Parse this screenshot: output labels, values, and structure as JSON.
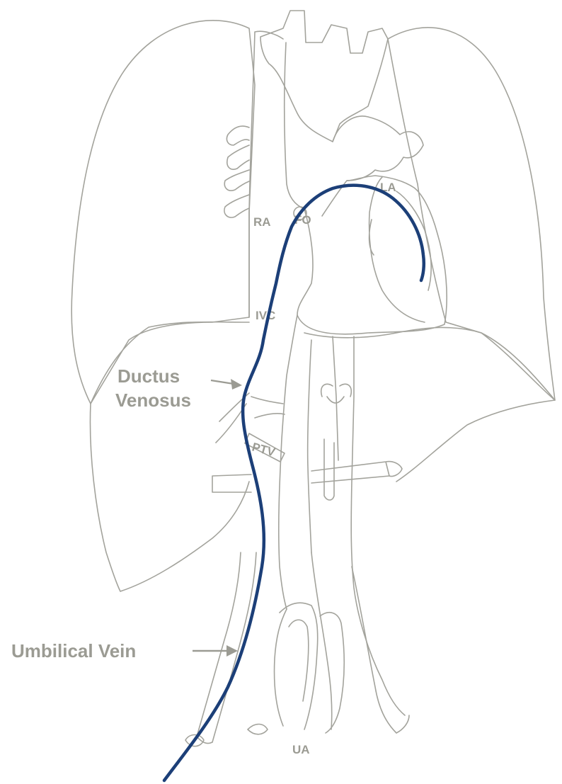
{
  "labels": {
    "ra": "RA",
    "fo": "FO",
    "la": "LA",
    "ivc": "IVC",
    "ptv": "PTV",
    "ua": "UA",
    "ductus_line1": "Ductus",
    "ductus_line2": "Venosus",
    "umbilical_vein": "Umbilical Vein"
  },
  "colors": {
    "outline": "#a3a39c",
    "label": "#9b9b93",
    "catheter": "#1c3f78",
    "background": "#ffffff"
  }
}
